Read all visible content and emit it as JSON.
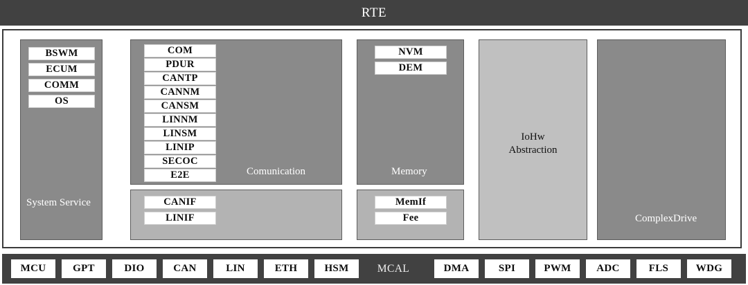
{
  "rte": {
    "label": "RTE"
  },
  "bsw": {
    "columns": [
      {
        "id": "system-service",
        "caption": "System Service",
        "modules": [
          "BSWM",
          "ECUM",
          "COMM",
          "OS"
        ]
      },
      {
        "id": "communication",
        "caption": "Comunication",
        "modules": [
          "COM",
          "PDUR",
          "CANTP",
          "CANNM",
          "CANSM",
          "LINNM",
          "LINSM",
          "LINIP",
          "SECOC",
          "E2E"
        ]
      },
      {
        "id": "communication-interface",
        "caption": "",
        "modules": [
          "CANIF",
          "LINIF"
        ]
      },
      {
        "id": "memory",
        "caption": "Memory",
        "modules": [
          "NVM",
          "DEM"
        ]
      },
      {
        "id": "memory-interface",
        "caption": "",
        "modules": [
          "MemIf",
          "Fee"
        ]
      },
      {
        "id": "iohw-abstraction",
        "caption": "IoHw\nAbstraction",
        "caption_line1": "IoHw",
        "caption_line2": "Abstraction",
        "modules": []
      },
      {
        "id": "complex-drive",
        "caption": "ComplexDrive",
        "modules": []
      }
    ]
  },
  "mcal": {
    "title": "MCAL",
    "left_drivers": [
      "MCU",
      "GPT",
      "DIO",
      "CAN",
      "LIN",
      "ETH",
      "HSM"
    ],
    "right_drivers": [
      "DMA",
      "SPI",
      "PWM",
      "ADC",
      "FLS",
      "WDG"
    ]
  },
  "colors": {
    "bar_dark": "#414141",
    "block_dark": "#8a8a8a",
    "block_light": "#b3b3b3",
    "block_pale": "#c0c0c0",
    "chip_white": "#ffffff",
    "border": "#3b3b3b"
  }
}
